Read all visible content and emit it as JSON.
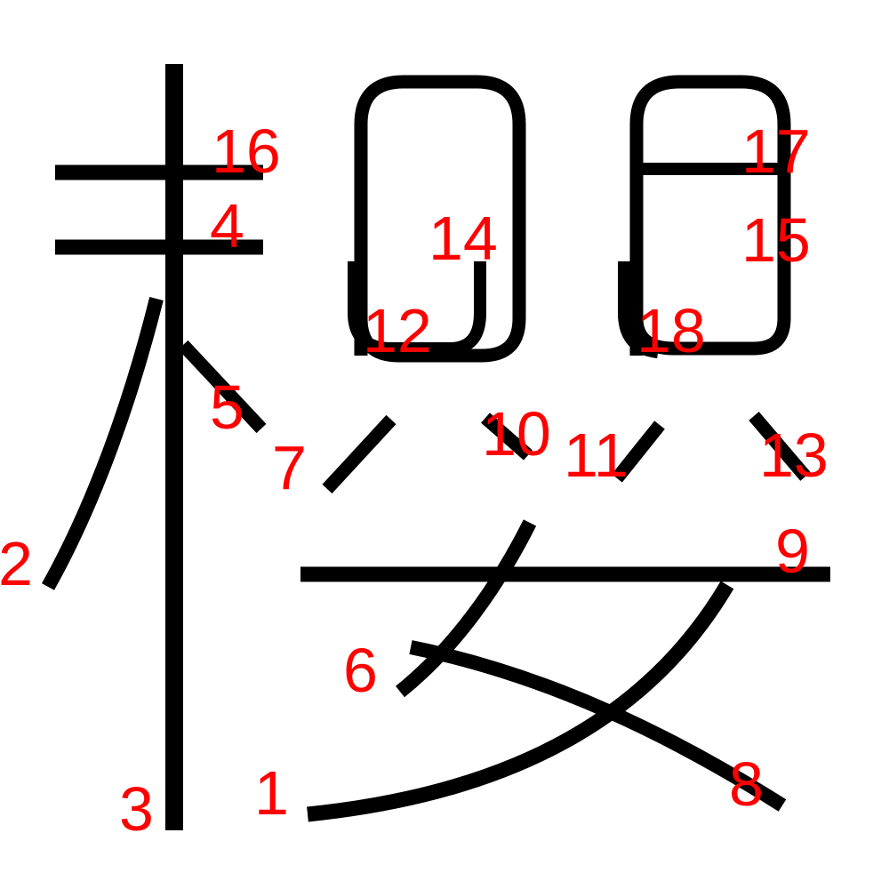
{
  "colors": {
    "stroke": "#000000",
    "label": "#ff0000",
    "background": "#ffffff"
  },
  "stroke_labels": {
    "s1": "1",
    "s2": "2",
    "s3": "3",
    "s4": "4",
    "s5": "5",
    "s6": "6",
    "s7": "7",
    "s8": "8",
    "s9": "9",
    "s10": "10",
    "s11": "11",
    "s12": "12",
    "s13": "13",
    "s14": "14",
    "s15": "15",
    "s16": "16",
    "s17": "17",
    "s18": "18"
  }
}
